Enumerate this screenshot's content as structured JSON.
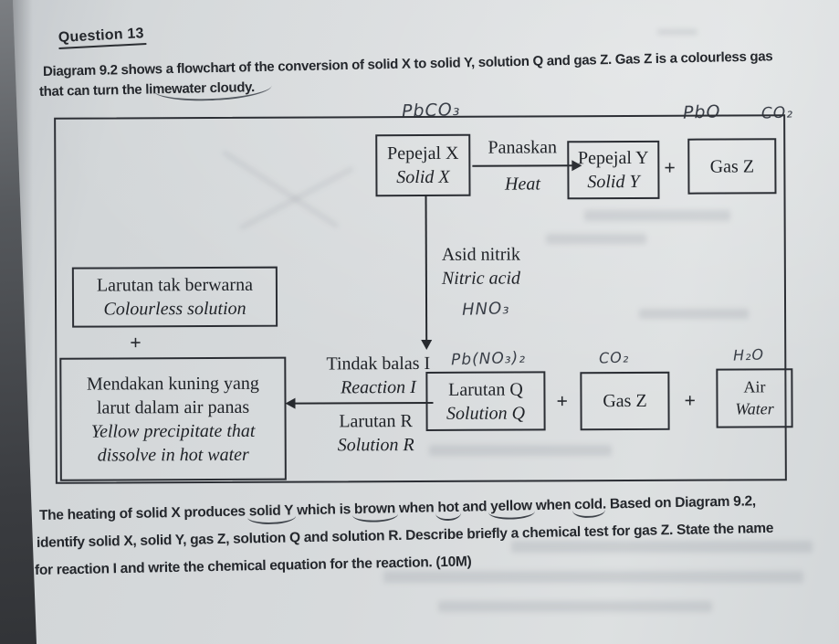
{
  "colors": {
    "paper": "#d7dadc",
    "ink": "#26292e",
    "handwriting": "#3a3f48",
    "desk": "#3a3c40"
  },
  "header": {
    "question_label": "Question 13",
    "intro_line1": "Diagram 9.2 shows a flowchart of the conversion of solid X to solid Y, solution Q and gas Z. Gas Z is a colourless gas",
    "intro_line2": "that can turn the limewater cloudy."
  },
  "diagram": {
    "plus": "+",
    "handwritten": {
      "above_solid_x": "PbCO₃",
      "above_solid_y": "PbO",
      "above_gas_z_top": "CO₂",
      "nitric_acid_formula": "HNO₃",
      "above_solution_q": "Pb(NO₃)₂",
      "above_gas_z_bottom": "CO₂",
      "above_water": "H₂O"
    },
    "boxes": {
      "solid_x": {
        "l1": "Pepejal X",
        "l2": "Solid X"
      },
      "solid_y": {
        "l1": "Pepejal Y",
        "l2": "Solid Y"
      },
      "gas_z_top": {
        "l1": "Gas Z"
      },
      "colourless": {
        "l1": "Larutan tak berwarna",
        "l2": "Colourless solution"
      },
      "precipitate": {
        "l1": "Mendakan kuning yang",
        "l2": "larut dalam air panas",
        "l3": "Yellow precipitate that",
        "l4": "dissolve in hot water"
      },
      "solution_q": {
        "l1": "Larutan Q",
        "l2": "Solution Q"
      },
      "gas_z_bottom": {
        "l1": "Gas Z"
      },
      "water": {
        "l1": "Air",
        "l2": "Water"
      }
    },
    "labels": {
      "heat": {
        "l1": "Panaskan",
        "l2": "Heat"
      },
      "nitric": {
        "l1": "Asid nitrik",
        "l2": "Nitric acid"
      },
      "reaction": {
        "l1": "Tindak balas I",
        "l2": "Reaction I"
      },
      "solution_r": {
        "l1": "Larutan R",
        "l2": "Solution R"
      }
    }
  },
  "question_text": {
    "l1a": "The heating of solid X produces ",
    "l1b": "solid Y",
    "l1c": " which is ",
    "l1d": "brown",
    "l1e": " when ",
    "l1f": "hot",
    "l1g": " and ",
    "l1h": "yellow",
    "l1i": " when ",
    "l1j": "cold",
    "l1k": ". Based on Diagram 9.2,",
    "l2": "identify solid X, solid Y, gas Z, solution Q and solution R. Describe briefly a chemical test for gas Z. State the name",
    "l3": "for reaction I and write the chemical equation for the reaction. (10M)"
  }
}
